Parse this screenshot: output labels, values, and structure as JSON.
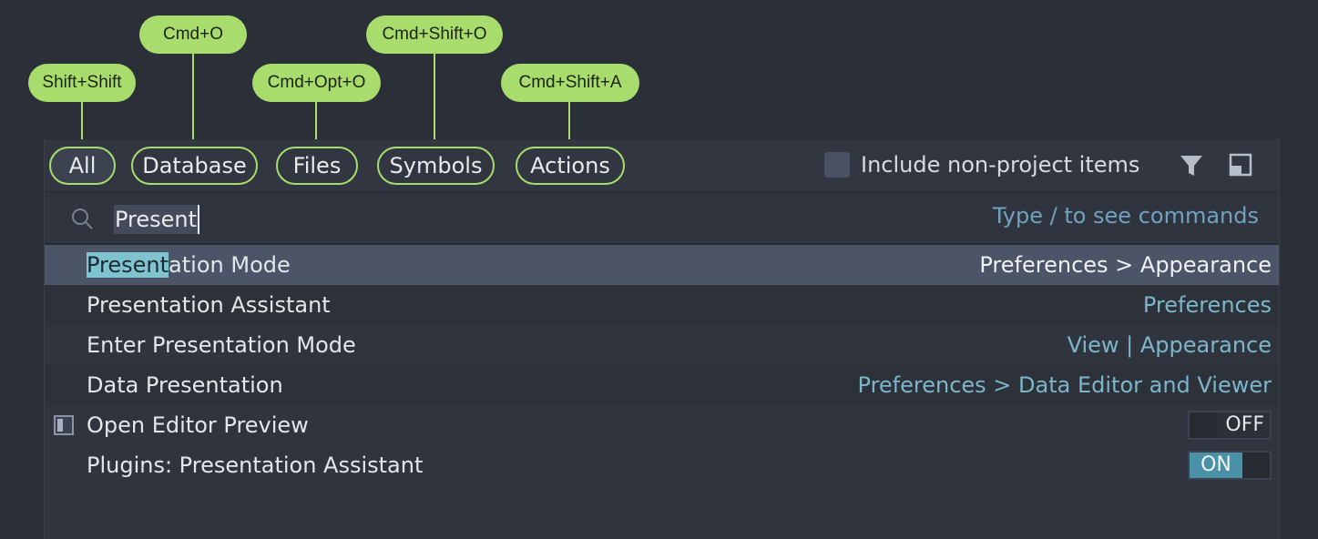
{
  "callouts": {
    "all": "Shift+Shift",
    "database": "Cmd+O",
    "files": "Cmd+Opt+O",
    "symbols": "Cmd+Shift+O",
    "actions": "Cmd+Shift+A"
  },
  "tabs": {
    "all": "All",
    "database": "Database",
    "files": "Files",
    "symbols": "Symbols",
    "actions": "Actions"
  },
  "include_non_project": {
    "label": "Include non-project items",
    "checked": false
  },
  "search": {
    "value": "Present",
    "hint": "Type / to see commands"
  },
  "results": [
    {
      "highlight": "Present",
      "rest": "ation Mode",
      "location": "Preferences > Appearance",
      "selected": true
    },
    {
      "label": "Presentation Assistant",
      "location": "Preferences"
    },
    {
      "label": "Enter Presentation Mode",
      "location": "View | Appearance"
    },
    {
      "label": "Data Presentation",
      "location": "Preferences > Data Editor and Viewer"
    },
    {
      "label": "Open Editor Preview",
      "toggle": "OFF",
      "icon": "editor-preview-icon"
    },
    {
      "label": "Plugins: Presentation Assistant",
      "toggle": "ON"
    }
  ],
  "colors": {
    "callout": "#a8dd6d",
    "background": "#2b2f38",
    "selected_row": "#4b5567",
    "location_text": "#7cb6c8"
  }
}
